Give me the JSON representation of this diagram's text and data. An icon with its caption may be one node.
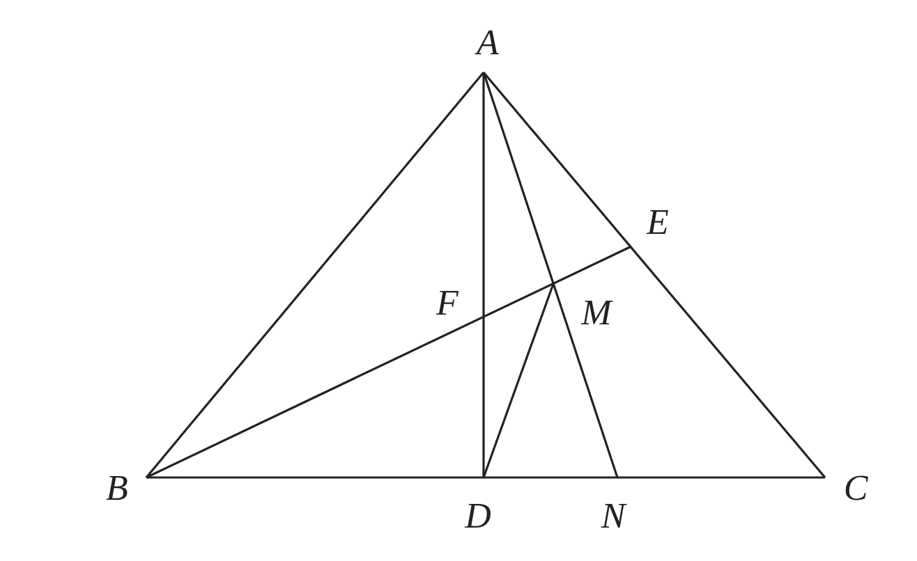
{
  "diagram": {
    "labels": [
      "A",
      "E",
      "F",
      "M",
      "B",
      "D",
      "N",
      "C"
    ]
  }
}
